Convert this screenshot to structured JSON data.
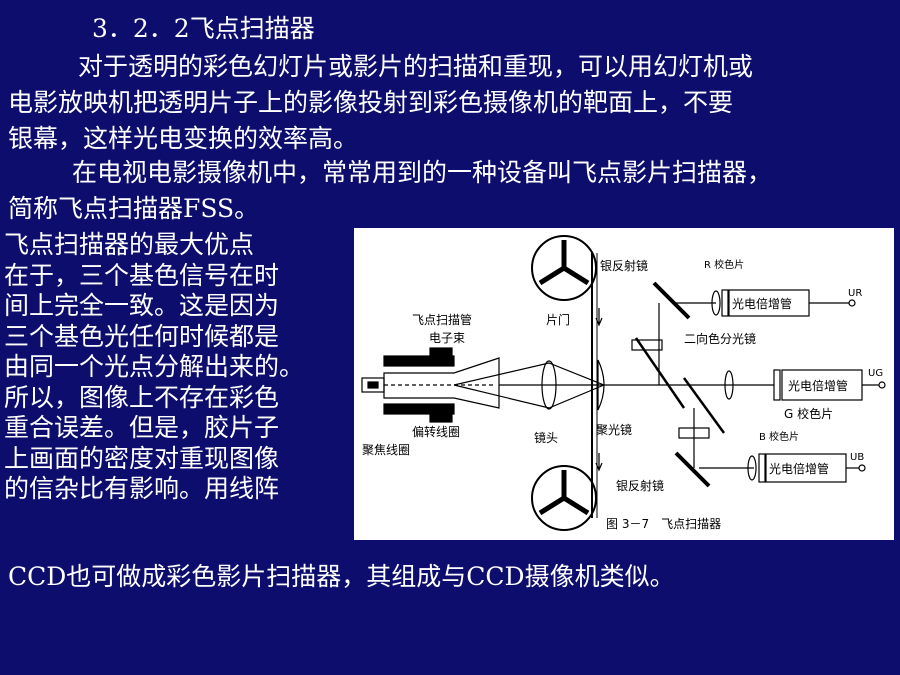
{
  "heading": "3．2．2飞点扫描器",
  "paragraph1": [
    "对于透明的彩色幻灯片或影片的扫描和重现，可以用幻灯机或",
    "电影放映机把透明片子上的影像投射到彩色摄像机的靶面上，不要",
    "银幕，这样光电变换的效率高。"
  ],
  "paragraph2": [
    "在电视电影摄像机中，常常用到的一种设备叫飞点影片扫描器，",
    "简称飞点扫描器FSS。"
  ],
  "side_text": [
    " 飞点扫描器的最大优点",
    "在于，三个基色信号在时",
    "间上完全一致。这是因为",
    "三个基色光任何时候都是",
    "由同一个光点分解出来的。",
    "所以，图像上不存在彩色",
    "重合误差。但是，胶片子",
    "上画面的密度对重现图像",
    "的信杂比有影响。用线阵"
  ],
  "last_line": "CCD也可做成彩色影片扫描器，其组成与CCD摄像机类似。",
  "figure": {
    "caption": "图 3－7　飞点扫描器",
    "labels": {
      "silver_mirror_top": "银反射镜",
      "r_filter": "R 校色片",
      "pmt_r": "光电倍增管",
      "u_r": "UR",
      "flying_spot_tube": "飞点扫描管",
      "gate": "片门",
      "electron_beam": "电子束",
      "dichroic": "二向色分光镜",
      "pmt_g": "光电倍增管",
      "u_g": "UG",
      "g_filter": "G 校色片",
      "deflection_coil": "偏转线圈",
      "lens": "镜头",
      "condenser": "聚光镜",
      "b_filter": "B 校色片",
      "focus_coil": "聚焦线圈",
      "pmt_b": "光电倍增管",
      "u_b": "UB",
      "silver_mirror_bottom": "银反射镜"
    }
  }
}
